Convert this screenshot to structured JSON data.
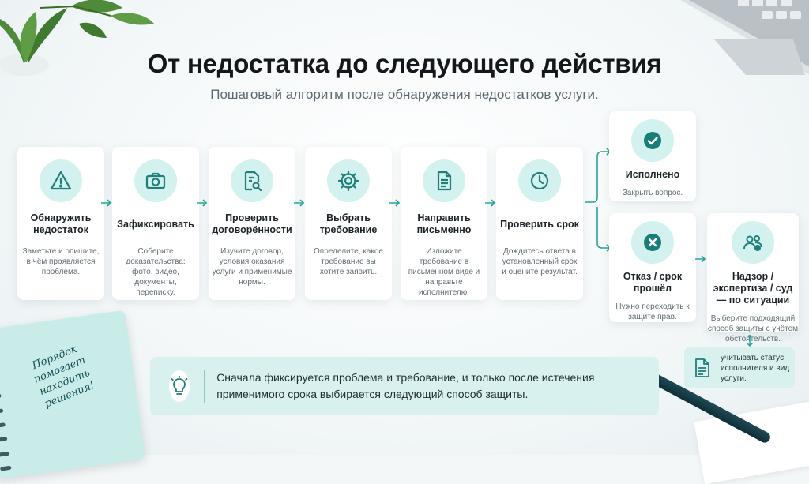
{
  "header": {
    "title": "От недостатка до следующего действия",
    "subtitle": "Пошаговый алгоритм после обнаружения недостатков услуги."
  },
  "steps": [
    {
      "title": "Обнаружить недостаток",
      "desc": "Заметьте и опишите, в чём проявляется проблема.",
      "icon": "warning-icon"
    },
    {
      "title": "Зафиксировать",
      "desc": "Соберите доказательства: фото, видео, документы, переписку.",
      "icon": "camera-icon"
    },
    {
      "title": "Проверить договорённости",
      "desc": "Изучите договор, условия оказания услуги и применимые нормы.",
      "icon": "document-search-icon"
    },
    {
      "title": "Выбрать требование",
      "desc": "Определите, какое требование вы хотите заявить.",
      "icon": "gear-icon"
    },
    {
      "title": "Направить письменно",
      "desc": "Изложите требование в письменном виде и направьте исполнителю.",
      "icon": "document-icon"
    },
    {
      "title": "Проверить срок",
      "desc": "Дождитесь ответа в установленный срок и оцените результат.",
      "icon": "clock-icon"
    }
  ],
  "outcomes": {
    "done": {
      "title": "Исполнено",
      "desc": "Закрыть вопрос.",
      "icon": "check-icon"
    },
    "refused": {
      "title": "Отказ / срок прошёл",
      "desc": "Нужно переходить к защите прав.",
      "icon": "cross-icon"
    },
    "supervision": {
      "title": "Надзор / экспертиза / суд — по ситуации",
      "desc": "Выберите подходящий способ защиты с учётом обстоятельств.",
      "icon": "people-icon"
    }
  },
  "note": {
    "text": "Сначала фиксируется проблема и требование, и только после истечения применимого срока выбирается следующий способ защиты.",
    "icon": "lightbulb-icon"
  },
  "aside": {
    "text": "учитывать статус исполнителя и вид услуги.",
    "icon": "document-icon"
  },
  "notebook": {
    "text": "Порядок помогает находить решения!"
  },
  "colors": {
    "accent": "#1f8f88",
    "accent_light": "#d3f1ee",
    "arrow": "#2aa39a"
  }
}
